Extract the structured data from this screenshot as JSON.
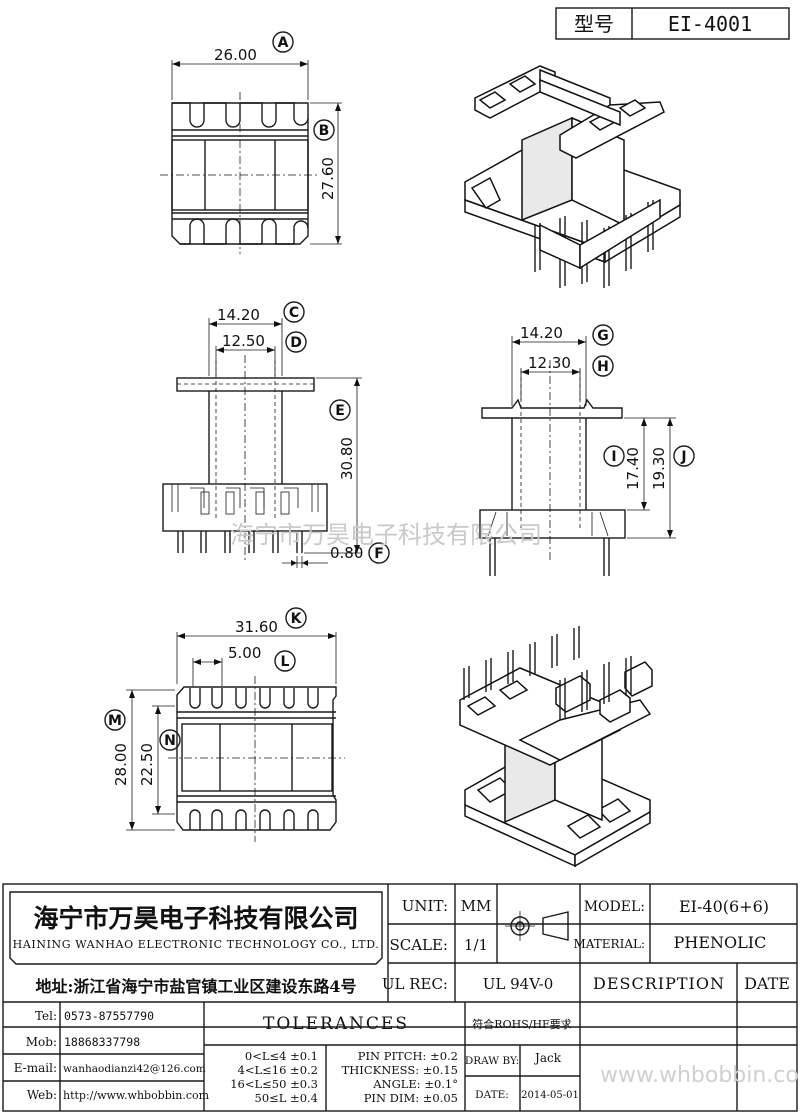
{
  "header": {
    "model_label": "型号",
    "model_value": "EI-4001"
  },
  "dimensions": {
    "A": "26.00",
    "B": "27.60",
    "C": "14.20",
    "D": "12.50",
    "E": "30.80",
    "F": "0.80",
    "G": "14.20",
    "H": "12.30",
    "I": "17.40",
    "J": "19.30",
    "K": "31.60",
    "L": "5.00",
    "M": "28.00",
    "N": "22.50"
  },
  "callouts": [
    "A",
    "B",
    "C",
    "D",
    "E",
    "F",
    "G",
    "H",
    "I",
    "J",
    "K",
    "L",
    "M",
    "N"
  ],
  "watermark": {
    "main": "海宁市万昊电子科技有限公司",
    "site": "www.whbobbin.com"
  },
  "company": {
    "name_cn": "海宁市万昊电子科技有限公司",
    "name_en": "HAINING WANHAO ELECTRONIC TECHNOLOGY CO., LTD.",
    "address": "地址:浙江省海宁市盐官镇工业区建设东路4号"
  },
  "contacts": [
    {
      "label": "Tel:",
      "value": "0573-87557790"
    },
    {
      "label": "Mob:",
      "value": "18868337798"
    },
    {
      "label": "E-mail:",
      "value": "wanhaodianzi42@126.com"
    },
    {
      "label": "Web:",
      "value": "http://www.whbobbin.com"
    }
  ],
  "title_block": {
    "unit_label": "UNIT:",
    "unit_value": "MM",
    "scale_label": "SCALE:",
    "scale_value": "1/1",
    "ulrec_label": "UL REC:",
    "ulrec_value": "UL 94V-0",
    "model_label": "MODEL:",
    "model_value": "EI-40(6+6)",
    "material_label": "MATERIAL:",
    "material_value": "PHENOLIC",
    "description": "DESCRIPTION",
    "date_header": "DATE",
    "tolerances": "TOLERANCES",
    "rohs": "符合ROHS/HF要求",
    "draw_by_label": "DRAW BY:",
    "draw_by_value": "Jack",
    "date_label": "DATE:",
    "date_value": "2014-05-01",
    "tol_rows": [
      "0<L≤4 ±0.1",
      "4<L≤16 ±0.2",
      "16<L≤50 ±0.3",
      "50≤L ±0.4"
    ],
    "pin_rows": [
      "PIN PITCH: ±0.2",
      "THICKNESS: ±0.15",
      "ANGLE: ±0.1°",
      "PIN DIM: ±0.05"
    ]
  }
}
